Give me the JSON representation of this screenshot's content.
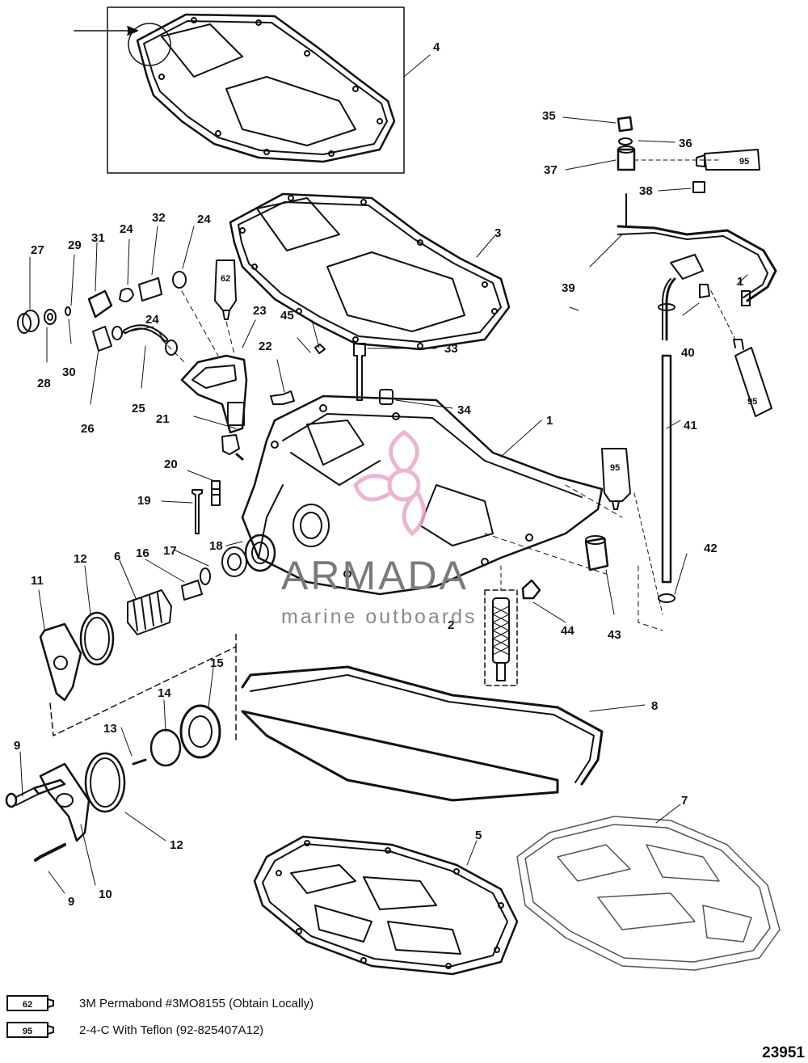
{
  "callouts": {
    "c1": "1",
    "c1b": "1",
    "c2": "2",
    "c3": "3",
    "c4": "4",
    "c5": "5",
    "c6": "6",
    "c7": "7",
    "c8": "8",
    "c9a": "9",
    "c9b": "9",
    "c10": "10",
    "c11": "11",
    "c12a": "12",
    "c12b": "12",
    "c13": "13",
    "c14": "14",
    "c15": "15",
    "c16": "16",
    "c17": "17",
    "c18": "18",
    "c19": "19",
    "c20": "20",
    "c21": "21",
    "c22": "22",
    "c23": "23",
    "c24a": "24",
    "c24b": "24",
    "c24c": "24",
    "c25": "25",
    "c26": "26",
    "c27": "27",
    "c28": "28",
    "c29": "29",
    "c30": "30",
    "c31": "31",
    "c32": "32",
    "c33": "33",
    "c34": "34",
    "c35": "35",
    "c36": "36",
    "c37": "37",
    "c38": "38",
    "c39": "39",
    "c40": "40",
    "c41": "41",
    "c42": "42",
    "c43": "43",
    "c44": "44",
    "c45": "45"
  },
  "sealant_tubes": {
    "t62": "62",
    "t95a": "95",
    "t95b": "95",
    "t95c": "95"
  },
  "legend": [
    {
      "tube": "62",
      "text": "3M Permabond #3MO8155 (Obtain Locally)"
    },
    {
      "tube": "95",
      "text": "2-4-C  With Teflon (92-825407A12)"
    }
  ],
  "figure_number": "23951",
  "watermark": {
    "title": "ARMADA",
    "subtitle": "marine outboards",
    "accent": "#e8a9c9"
  }
}
